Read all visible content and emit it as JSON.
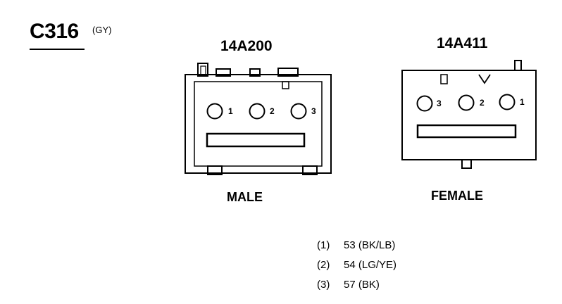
{
  "connector": {
    "id": "C316",
    "color_code": "(GY)"
  },
  "views": {
    "male": {
      "part_number": "14A200",
      "label": "MALE",
      "pins": [
        {
          "label": "1"
        },
        {
          "label": "2"
        },
        {
          "label": "3"
        }
      ]
    },
    "female": {
      "part_number": "14A411",
      "label": "FEMALE",
      "pins": [
        {
          "label": "3"
        },
        {
          "label": "2"
        },
        {
          "label": "1"
        }
      ]
    }
  },
  "pinout": [
    {
      "pin": "(1)",
      "circuit": "53 (BK/LB)"
    },
    {
      "pin": "(2)",
      "circuit": "54 (LG/YE)"
    },
    {
      "pin": "(3)",
      "circuit": "57 (BK)"
    }
  ]
}
